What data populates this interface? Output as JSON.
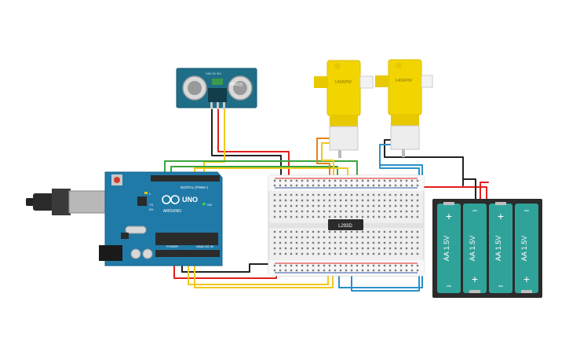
{
  "sensor": {
    "model": "PING))) ",
    "pins": "GND 5V SIG"
  },
  "motors": [
    {
      "label": "140RPM"
    },
    {
      "label": "140RPM"
    }
  ],
  "driver": {
    "label": "L293D"
  },
  "arduino": {
    "brand": "ARDUINO",
    "model": "UNO",
    "digital_label": "DIGITAL (PWM~)",
    "power_label": "POWER",
    "analog_label": "ANALOG IN",
    "tx": "TX",
    "rx": "RX",
    "l": "L",
    "on": "ON"
  },
  "batteries": [
    {
      "label": "AA 1.5V",
      "plus": "+",
      "minus": "−"
    },
    {
      "label": "AA 1.5V",
      "plus": "+",
      "minus": "−"
    },
    {
      "label": "AA 1.5V",
      "plus": "+",
      "minus": "−"
    },
    {
      "label": "AA 1.5V",
      "plus": "+",
      "minus": "−"
    }
  ],
  "colors": {
    "board_blue": "#1f7aa8",
    "motor_yellow": "#f2d400",
    "battery_teal": "#2fa39a",
    "wire_red": "#e0201f",
    "wire_yellow": "#f2c81a",
    "wire_green": "#3aa53a",
    "wire_orange": "#e8801a",
    "wire_blue": "#2a90c8",
    "wire_black": "#222222"
  }
}
